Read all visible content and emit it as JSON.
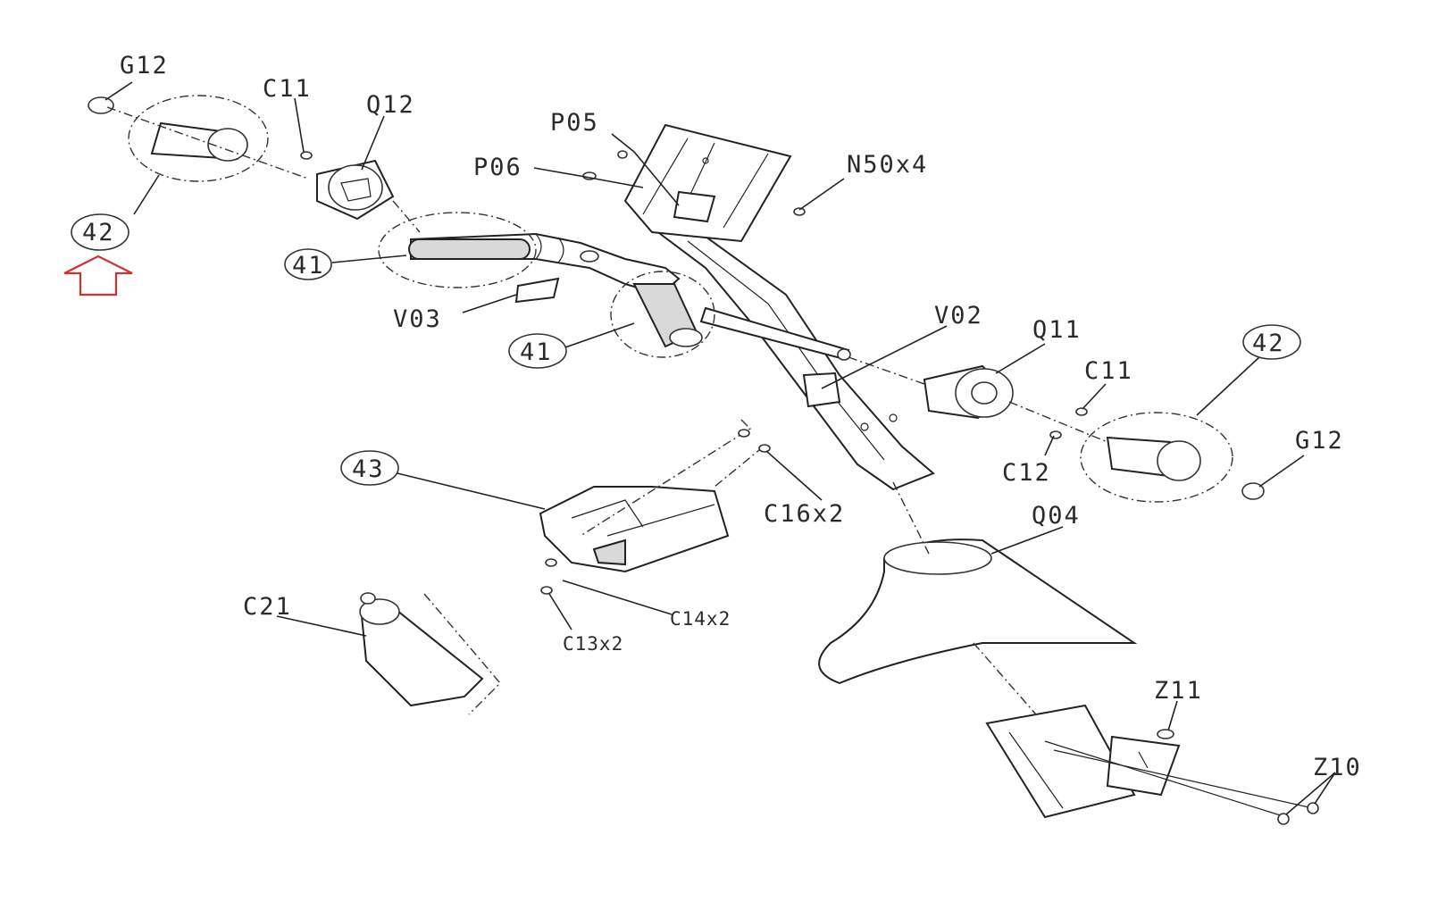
{
  "labels": {
    "g12_left": "G12",
    "c11_left": "C11",
    "q12": "Q12",
    "p05": "P05",
    "p06": "P06",
    "n50": "N50x4",
    "l42_left": "42",
    "l41_top": "41",
    "v03": "V03",
    "l41_bottom": "41",
    "v02": "V02",
    "q11": "Q11",
    "l42_right": "42",
    "c11_right": "C11",
    "g12_right": "G12",
    "c12": "C12",
    "l43": "43",
    "c16": "C16x2",
    "q04": "Q04",
    "c21": "C21",
    "c14": "C14x2",
    "c13": "C13x2",
    "z11": "Z11",
    "z10": "Z10"
  },
  "colors": {
    "highlight_arrow": "#d32f2f",
    "line": "#222222"
  },
  "icons": {
    "highlight": "up-arrow-icon"
  }
}
